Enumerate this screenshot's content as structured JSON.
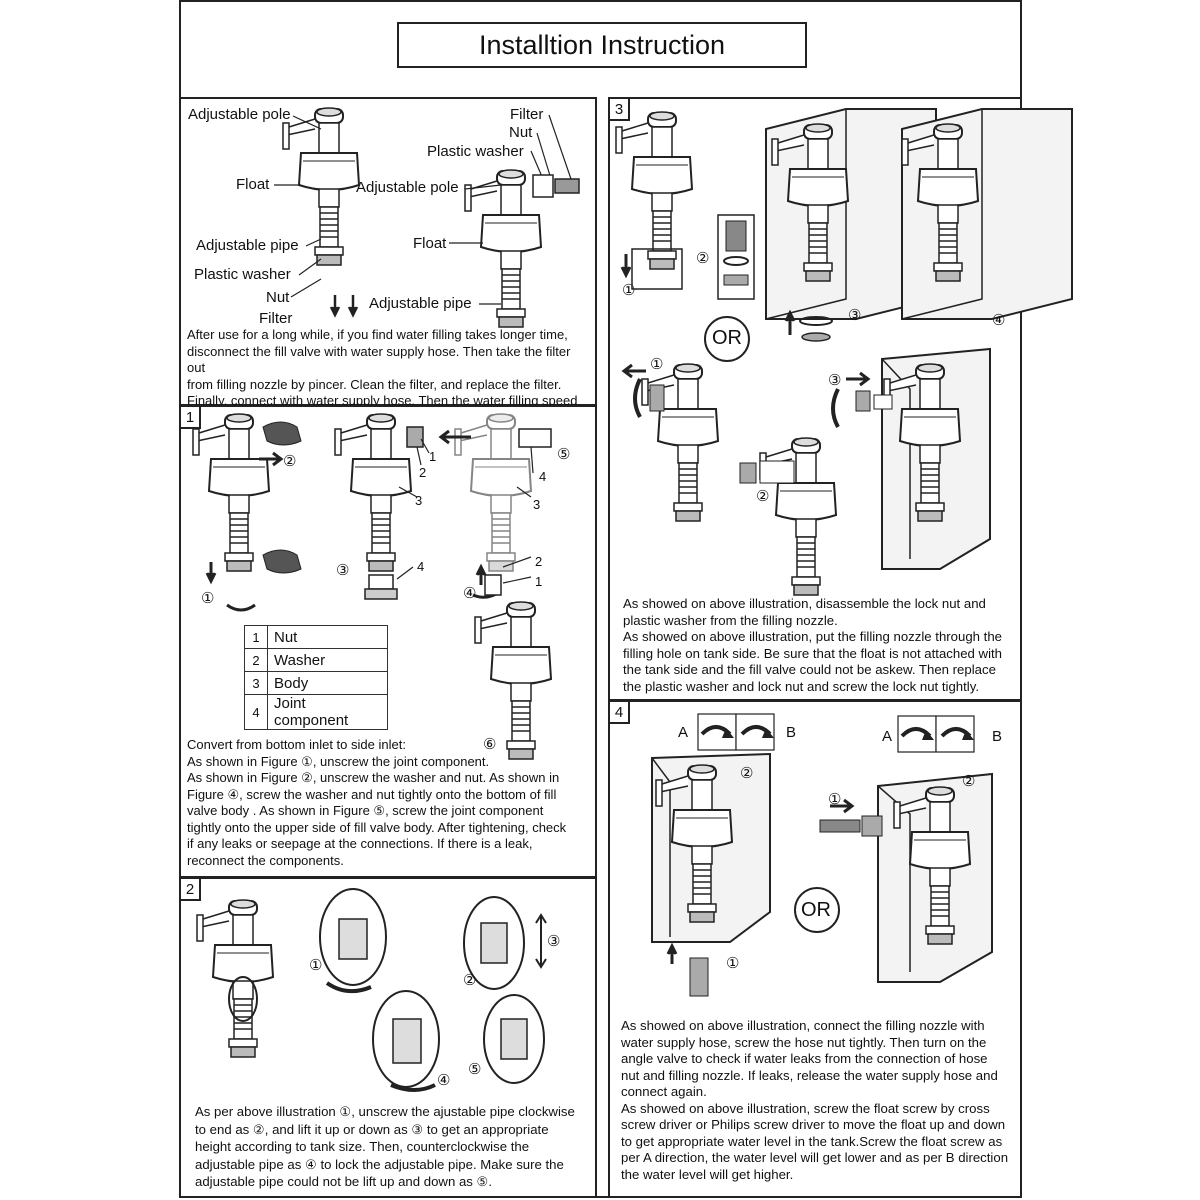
{
  "title": "Installtion Instruction",
  "intro": {
    "labels_left": [
      "Adjustable pole",
      "Float",
      "Adjustable pipe",
      "Plastic washer",
      "Nut",
      "Filter"
    ],
    "labels_right": [
      "Filter",
      "Nut",
      "Plastic washer",
      "Adjustable pole",
      "Float",
      "Adjustable pipe"
    ],
    "text": "After use for a long while, if you find water filling takes longer time,\ndisconnect the fill valve with water supply hose.  Then take the filter out\nfrom filling nozzle by pincer. Clean the filter, and replace the filter.\nFinally, connect with water supply hose. Then the water filling speed\nwill get normal again."
  },
  "step1": {
    "number": "1",
    "marks": [
      "①",
      "②",
      "③",
      "④",
      "⑤",
      "⑥"
    ],
    "callouts": [
      "1",
      "2",
      "3",
      "4"
    ],
    "parts": [
      {
        "n": "1",
        "name": "Nut"
      },
      {
        "n": "2",
        "name": "Washer"
      },
      {
        "n": "3",
        "name": "Body"
      },
      {
        "n": "4",
        "name": "Joint component"
      }
    ],
    "text": "Convert from bottom inlet to side inlet:\nAs shown in Figure ①, unscrew the joint component.\nAs shown in Figure ②, unscrew the washer and nut. As shown in\nFigure ④, screw the washer and nut tightly onto the bottom of fill\nvalve body . As shown in Figure ⑤, screw the joint component\ntightly onto the upper side of fill valve body. After tightening, check\nif any leaks or seepage at the connections. If there is a leak,\nreconnect the components."
  },
  "step2": {
    "number": "2",
    "marks": [
      "①",
      "②",
      "③",
      "④",
      "⑤"
    ],
    "text": "As per above illustration ①, unscrew the ajustable pipe clockwise\nto end as ②, and lift it up or down as ③ to get an appropriate\nheight  according to tank size. Then, counterclockwise the\nadjustable pipe as ④ to lock the adjustable pipe. Make sure the\nadjustable pipe could not be lift up and down as ⑤."
  },
  "step3": {
    "number": "3",
    "marks": [
      "①",
      "②",
      "③",
      "④"
    ],
    "or_label": "OR",
    "text": "As showed on above illustration, disassemble the lock nut and\nplastic washer from the filling nozzle.\nAs showed on above illustration, put the filling nozzle through the\nfilling hole on tank side. Be sure that the float is not attached with\nthe tank side and the fill valve could not be askew. Then replace\nthe plastic washer and lock nut and screw the lock nut tightly."
  },
  "step4": {
    "number": "4",
    "marks": [
      "①",
      "②"
    ],
    "dir_a": "A",
    "dir_b": "B",
    "or_label": "OR",
    "text": "As showed on above illustration, connect the filling nozzle with\nwater supply hose, screw the hose nut tightly. Then turn on the\nangle valve to check if water leaks from the connection of hose\nnut and filling nozzle. If leaks, release the water supply hose and\nconnect again.\nAs showed on above illustration, screw the float screw by cross\nscrew driver or Philips  screw driver to move the float up and down\nto get appropriate water level in the tank.Screw the float screw as\nper A direction, the water level will get lower and as per B direction\nthe water level will get higher."
  }
}
